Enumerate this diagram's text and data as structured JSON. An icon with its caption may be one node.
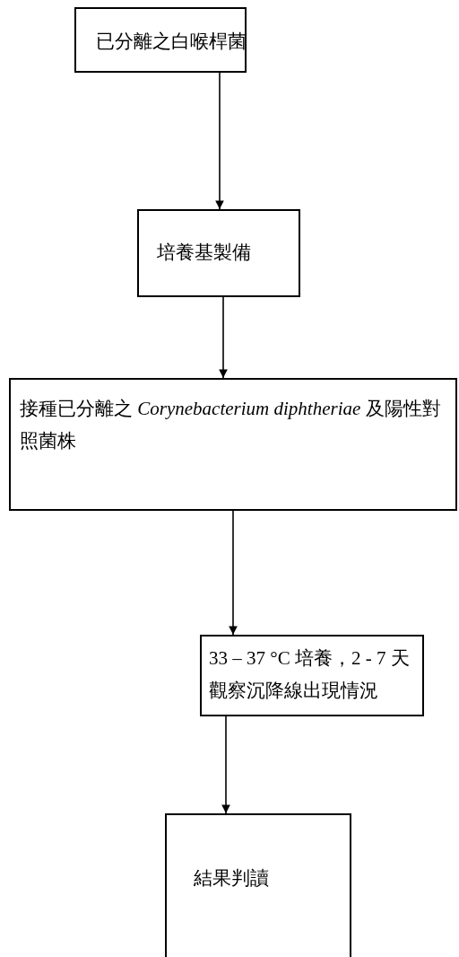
{
  "diagram": {
    "nodes": [
      {
        "text": [
          "已分離之白喉桿菌"
        ]
      },
      {
        "text": [
          "培養基製備"
        ]
      },
      {
        "text": [
          "接種已分離之 *Corynebacterium diphtheriae* 及陽性對照菌株"
        ]
      },
      {
        "text": [
          "33 – 37 °C 培養，2 - 7 天觀察沉降線出現情況"
        ]
      },
      {
        "text": [
          "結果判讀"
        ]
      }
    ],
    "edges": [
      {
        "from": 0,
        "to": 1,
        "arrow": "to"
      },
      {
        "from": 1,
        "to": 2,
        "arrow": "to"
      },
      {
        "from": 2,
        "to": 3,
        "arrow": "to"
      },
      {
        "from": 3,
        "to": 4,
        "arrow": "to"
      }
    ]
  }
}
